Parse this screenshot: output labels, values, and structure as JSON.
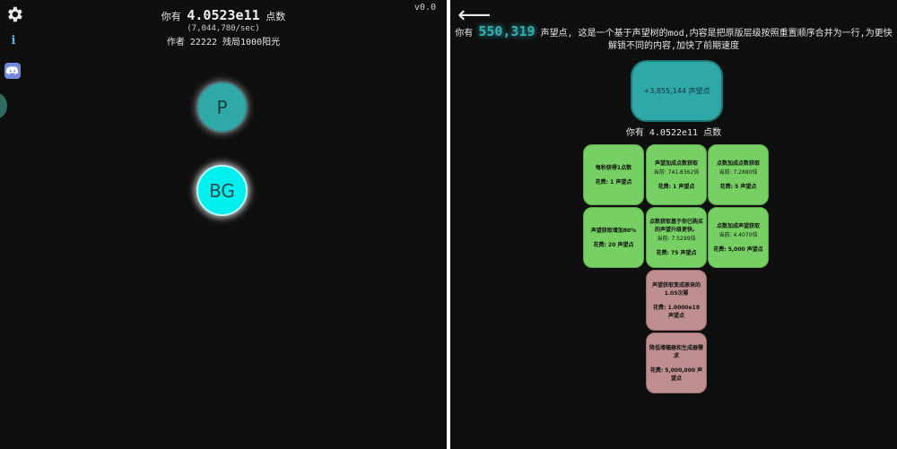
{
  "version": "v0.0",
  "header": {
    "prefix": "你有",
    "points": "4.0523e11",
    "suffix": "点数",
    "per_sec": "(7,044,780/sec)",
    "author": "作者 22222 残局1000阳光"
  },
  "nodes": [
    {
      "id": "P",
      "label": "P",
      "color": "#2fa8a8"
    },
    {
      "id": "BG",
      "label": "BG",
      "color": "#00f0f0"
    }
  ],
  "side_icons": [
    "gear-icon",
    "info-icon",
    "discord-icon"
  ],
  "info_glyph": "i",
  "back_glyph": "⟵",
  "prestige": {
    "prefix": "你有",
    "amount": "550,319",
    "desc": "声望点, 这是一个基于声望树的mod,内容是把原版层级按照重置顺序合并为一行,为更快解锁不同的内容,加快了前期速度",
    "reset_label": "+3,855,144 声望点",
    "points_line": "你有 4.0522e11 点数"
  },
  "upgrades": [
    {
      "title": "每秒获得1点数",
      "effect": "",
      "cost": "花费: 1 声望点",
      "state": "bought"
    },
    {
      "title": "声望加成点数获取",
      "effect": "当前: 741.8362倍",
      "cost": "花费: 1 声望点",
      "state": "bought"
    },
    {
      "title": "点数加成点数获取",
      "effect": "当前: 7.2880倍",
      "cost": "花费: 5 声望点",
      "state": "bought"
    },
    {
      "title": "声望获取增加80%",
      "effect": "",
      "cost": "花费: 20 声望点",
      "state": "bought"
    },
    {
      "title": "点数获取基于你已购买的声望升级更快。",
      "effect": "当前: 7.5299倍",
      "cost": "花费: 75 声望点",
      "state": "bought"
    },
    {
      "title": "点数加成声望获取",
      "effect": "当前: 4.4070倍",
      "cost": "花费: 5,000 声望点",
      "state": "bought"
    },
    {
      "title": "声望获取变成原来的1.05次幂",
      "effect": "",
      "cost": "花费: 1.0000e18 声望点",
      "state": "locked"
    },
    {
      "title": "降低增幅器和生成器需求",
      "effect": "",
      "cost": "花费: 5,000,000 声望点",
      "state": "locked"
    }
  ],
  "colors": {
    "bought": "#77d064",
    "locked": "#bf8f8f",
    "accent": "#31aeb0"
  }
}
